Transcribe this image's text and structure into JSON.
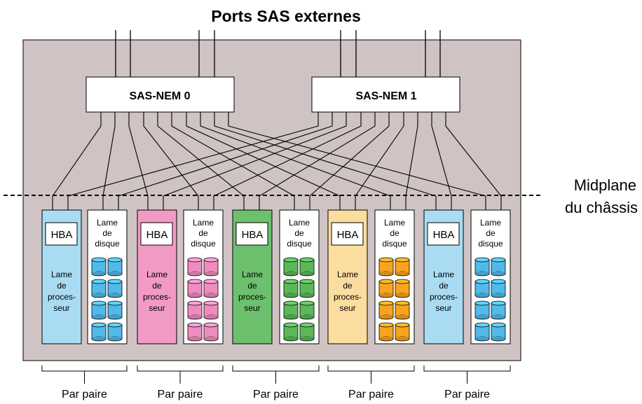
{
  "title": "Ports SAS externes",
  "midplane_label_line1": "Midplane",
  "midplane_label_line2": "du châssis",
  "nems": [
    {
      "label": "SAS-NEM 0"
    },
    {
      "label": "SAS-NEM 1"
    }
  ],
  "pairs": [
    {
      "processor_color": "#a9dcf2",
      "disk_color": "#52b9e9",
      "pair_label": "Par paire"
    },
    {
      "processor_color": "#f29ac6",
      "disk_color": "#ef8cbf",
      "pair_label": "Par paire"
    },
    {
      "processor_color": "#6cc06e",
      "disk_color": "#5bb859",
      "pair_label": "Par paire"
    },
    {
      "processor_color": "#fcdda0",
      "disk_color": "#f9a41e",
      "pair_label": "Par paire"
    },
    {
      "processor_color": "#a9dcf2",
      "disk_color": "#52b9e9",
      "pair_label": "Par paire"
    }
  ],
  "hba_label": "HBA",
  "processor_label": [
    "Lame",
    "de",
    "proces-",
    "seur"
  ],
  "disk_label": [
    "Lame",
    "de",
    "disque"
  ],
  "colors": {
    "chassis_fill": "#cfc3c3",
    "line": "#000000"
  }
}
